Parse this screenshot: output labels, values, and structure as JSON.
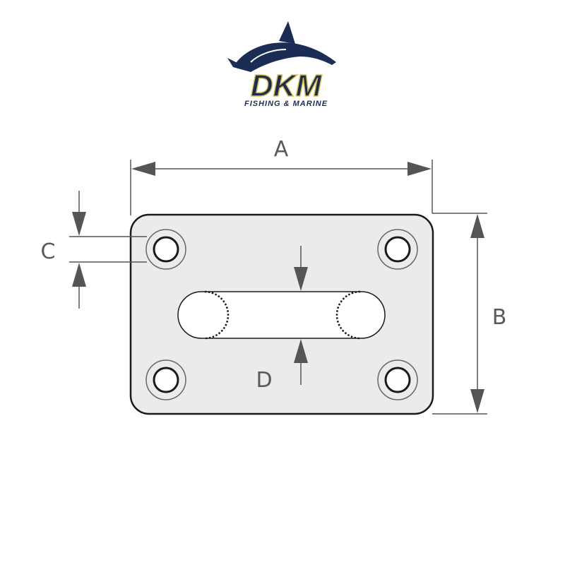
{
  "logo": {
    "brand": "DKM",
    "tagline": "FISHING & MARINE",
    "icon": "marlin-icon",
    "colors": {
      "navy": "#1b2d55",
      "gold": "#d8c24a"
    }
  },
  "diagram": {
    "labels": {
      "a": "A",
      "b": "B",
      "c": "C",
      "d": "D"
    },
    "colors": {
      "outline": "#1a1a1a",
      "plate_fill": "#ebebeb",
      "dimension_line": "#555555"
    }
  }
}
